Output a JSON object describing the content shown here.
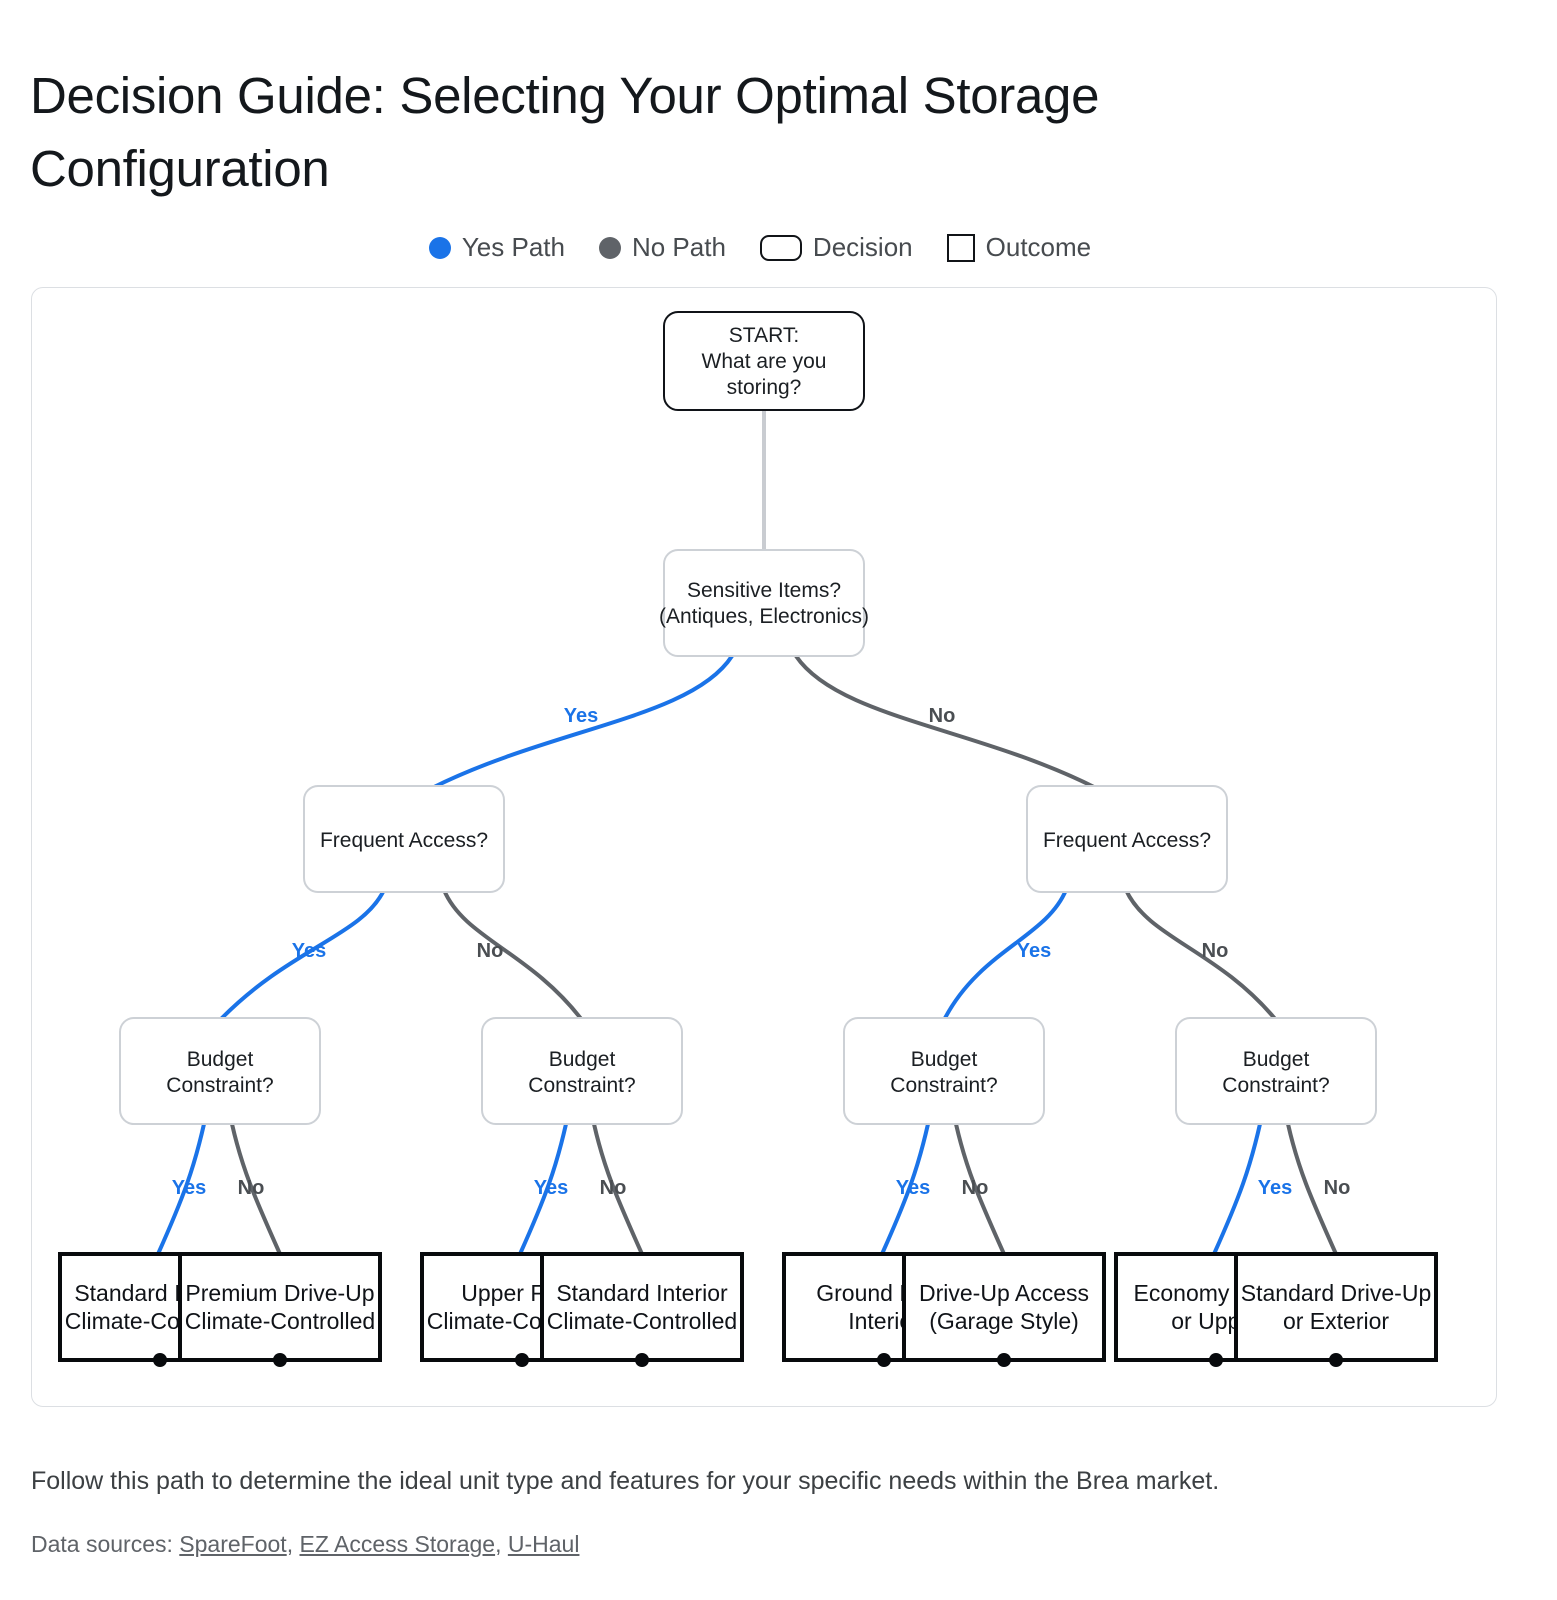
{
  "title": "Decision Guide: Selecting Your Optimal Storage Configuration",
  "legend": {
    "items": [
      {
        "icon": "blue-circle-icon",
        "label": "Yes Path"
      },
      {
        "icon": "gray-circle-icon",
        "label": "No Path"
      },
      {
        "icon": "rounded-rect-icon",
        "label": "Decision"
      },
      {
        "icon": "square-icon",
        "label": "Outcome"
      }
    ]
  },
  "colors": {
    "yes_path": "#1a73e8",
    "no_path": "#5f6368",
    "decision_border": "#cdd1d6",
    "outcome_border": "#080a0d",
    "frame_border": "#dcdfe3"
  },
  "tree": {
    "start": {
      "lines": [
        "START:",
        "What are you",
        "storing?"
      ]
    },
    "level1": {
      "lines": [
        "Sensitive Items?",
        "(Antiques, Electronics)"
      ]
    },
    "level2": [
      {
        "lines": [
          "Frequent Access?"
        ]
      },
      {
        "lines": [
          "Frequent Access?"
        ]
      }
    ],
    "level3": [
      {
        "lines": [
          "Budget",
          "Constraint?"
        ]
      },
      {
        "lines": [
          "Budget",
          "Constraint?"
        ]
      },
      {
        "lines": [
          "Budget",
          "Constraint?"
        ]
      },
      {
        "lines": [
          "Budget",
          "Constraint?"
        ]
      }
    ],
    "outcomes": [
      {
        "lines": [
          "Standard Interior",
          "Climate-Controlled"
        ]
      },
      {
        "lines": [
          "Premium Drive-Up",
          "Climate-Controlled"
        ]
      },
      {
        "lines": [
          "Upper Floor",
          "Climate-Controlled"
        ]
      },
      {
        "lines": [
          "Standard Interior",
          "Climate-Controlled"
        ]
      },
      {
        "lines": [
          "Ground Floor",
          "Interior"
        ]
      },
      {
        "lines": [
          "Drive-Up Access",
          "(Garage Style)"
        ]
      },
      {
        "lines": [
          "Economy Lower",
          "or Upper"
        ]
      },
      {
        "lines": [
          "Standard Drive-Up",
          "or Exterior"
        ]
      }
    ],
    "edge_labels": {
      "yes": "Yes",
      "no": "No"
    }
  },
  "footer": {
    "note": "Follow this path to determine the ideal unit type and features for your specific needs within the Brea market.",
    "sources_prefix": "Data sources: ",
    "sources": [
      "SpareFoot",
      "EZ Access Storage",
      "U-Haul"
    ],
    "separator": ", "
  }
}
